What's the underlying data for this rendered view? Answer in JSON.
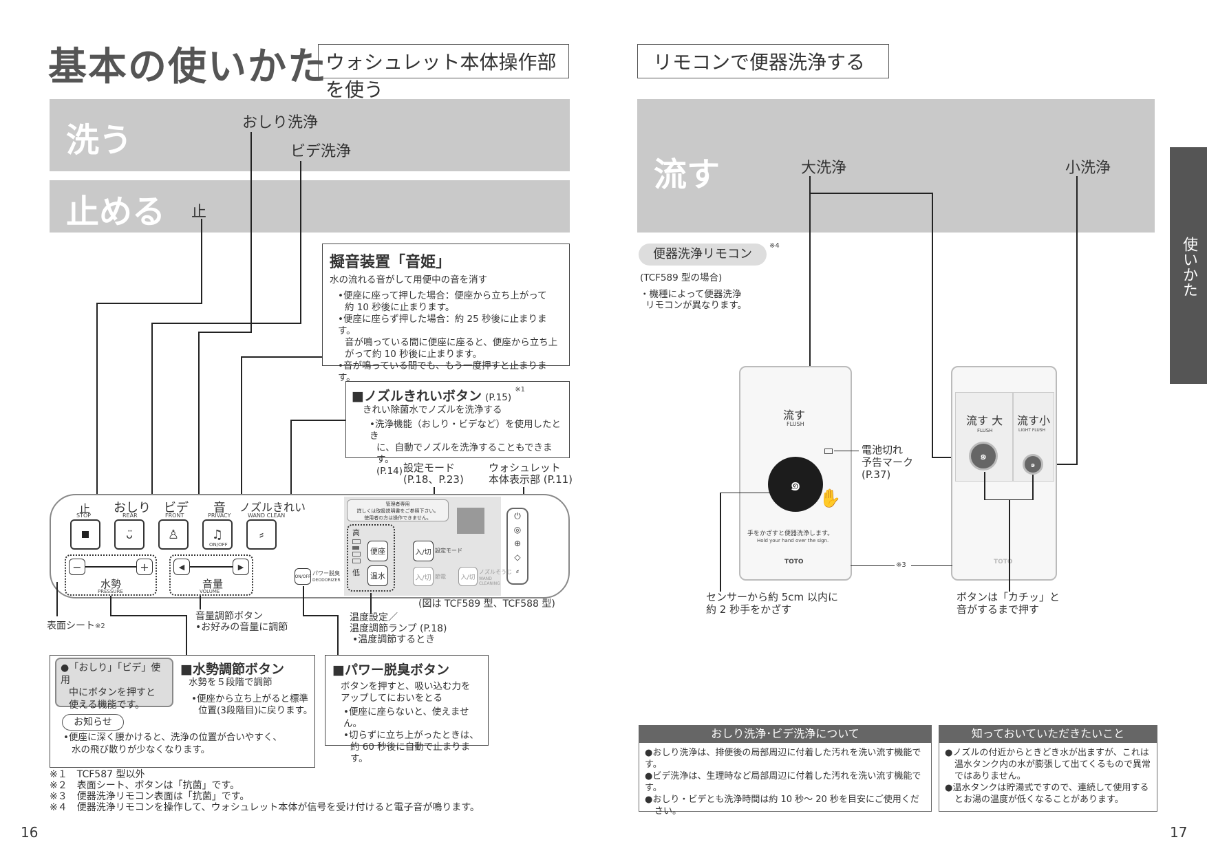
{
  "left": {
    "title": "基本の使いかた",
    "subtitle": "ウォシュレット本体操作部を使う",
    "band_wash": "洗う",
    "band_stop": "止める",
    "label_stop": "止",
    "label_oshiri": "おしり洗浄",
    "label_bide": "ビデ洗浄",
    "otohime": {
      "title": "擬音装置「音姫」",
      "desc": "水の流れる音がして用便中の音を消す",
      "b1": "•便座に座って押した場合：便座から立ち上がって",
      "b1b": "約 10 秒後に止まります。",
      "b2": "•便座に座らず押した場合：約 25 秒後に止まります。",
      "b2b": "音が鳴っている間に便座に座ると、便座から立ち上",
      "b2c": "がって約 10 秒後に止まります。",
      "b3": "•音が鳴っている間でも、もう一度押すと止まります。"
    },
    "nozzle": {
      "title": "■ノズルきれいボタン",
      "ref": "(P.15)",
      "note": "※1",
      "desc": "きれい除菌水でノズルを洗浄する",
      "b1": "•洗浄機能（おしり・ビデなど）を使用したとき",
      "b1b": "に、自動でノズルを洗浄することもできます。",
      "b1c": "(P.14)"
    },
    "setting_mode": "設定モード",
    "setting_ref": "(P.18、P.23)",
    "display_label": "ウォシュレット",
    "display_ref": "本体表示部 (P.11)",
    "panel": {
      "stop": "止",
      "stop_en": "STOP",
      "rear": "おしり",
      "rear_en": "REAR",
      "front": "ビデ",
      "front_en": "FRONT",
      "privacy": "音",
      "privacy_en": "PRIVACY",
      "wand": "ノズルきれい",
      "wand_en": "WAND CLEAN",
      "onoff": "ON/OFF",
      "minus": "−",
      "plus": "+",
      "pressure": "水勢",
      "pressure_en": "PRESSURE",
      "volume": "音量",
      "volume_en": "VOLUME",
      "admin1": "管理者専用",
      "admin2": "詳しくは取扱説明書をご参照下さい。",
      "admin3": "使用者の方は操作できません。",
      "high": "高",
      "low": "低",
      "seat": "便座",
      "water": "温水",
      "io": "入/切",
      "set_mode": "設定モード",
      "power_save": "節電",
      "deo_btn": "ON/OFF",
      "deo": "パワー脱臭",
      "deo_en": "DEODORIZER",
      "wand_clean": "ノズルそうじ",
      "wand_clean_en": "WAND CLEANING"
    },
    "figure_note": "(図は TCF589 型、TCF588 型)",
    "surface_sheet": "表面シート",
    "surface_note": "※2",
    "volume_btn": "音量調節ボタン",
    "volume_btn_desc": "•お好みの音量に調節",
    "temp": "温度設定／",
    "temp2": "温度調節ランプ (P.18)",
    "temp3": "•温度調節するとき",
    "pressure_box": {
      "title": "■水勢調節ボタン",
      "desc": "水勢を５段階で調節",
      "b1": "•便座から立ち上がると標準",
      "b1b": "位置(3段階目)に戻ります。"
    },
    "usable_note": "●「おしり」「ビデ」使用",
    "usable_note2": "中にボタンを押すと",
    "usable_note3": "使える機能です。",
    "info_label": "お知らせ",
    "info1": "•便座に深く腰かけると、洗浄の位置が合いやすく、",
    "info2": "水の飛び散りが少なくなります。",
    "deo_box": {
      "title": "■パワー脱臭ボタン",
      "desc": "ボタンを押すと、吸い込む力を",
      "desc2": "アップしてにおいをとる",
      "b1": "•便座に座らないと、使えません。",
      "b2": "•切らずに立ち上がったときは、",
      "b2b": "約 60 秒後に自動で止まります。"
    },
    "footnotes": [
      "※１　TCF587 型以外",
      "※２　表面シート、ボタンは「抗菌」です。",
      "※３　便器洗浄リモコン表面は「抗菌」です。",
      "※４　便器洗浄リモコンを操作して、ウォシュレット本体が信号を受け付けると電子音が鳴ります。"
    ],
    "page": "16"
  },
  "right": {
    "subtitle": "リモコンで便器洗浄する",
    "band": "流す",
    "large": "大洗浄",
    "small": "小洗浄",
    "remote_label": "便器洗浄リモコン",
    "remote_note": "※4",
    "model": "(TCF589 型の場合)",
    "model_note1": "・機種によって便器洗浄",
    "model_note2": "リモコンが異なります。",
    "r1_flush": "流す",
    "r1_flush_en": "FLUSH",
    "r1_text": "手をかざすと便器洗浄します。",
    "r1_text_en": "Hold your hand over the sign.",
    "brand": "TOTO",
    "battery1": "電池切れ",
    "battery2": "予告マーク",
    "battery3": "(P.37)",
    "r2_large": "流す 大",
    "r2_large_en": "FLUSH",
    "r2_small": "流す小",
    "r2_small_en": "LIGHT FLUSH",
    "note3": "※3",
    "sensor1": "センサーから約 5cm 以内に",
    "sensor2": "約 2 秒手をかざす",
    "press1": "ボタンは「カチッ」と",
    "press2": "音がするまで押す",
    "note_a_title": "おしり洗浄･ビデ洗浄について",
    "note_a": [
      "●おしり洗浄は、排便後の局部周辺に付着した汚れを洗い流す機能です。",
      "●ビデ洗浄は、生理時など局部周辺に付着した汚れを洗い流す機能です。",
      "●おしり・ビデとも洗浄時間は約 10 秒～ 20 秒を目安にご使用くだ",
      "さい。"
    ],
    "note_b_title": "知っておいていただきたいこと",
    "note_b": [
      "●ノズルの付近からときどき水が出ますが、これは",
      "温水タンク内の水が膨張して出てくるもので異常",
      "ではありません。",
      "●温水タンクは貯湯式ですので、連続して使用する",
      "とお湯の温度が低くなることがあります。"
    ],
    "side_tab": "使いかた",
    "page": "17"
  },
  "colors": {
    "band": "#c9c9c9",
    "dark": "#555555",
    "tab": "#555555"
  }
}
